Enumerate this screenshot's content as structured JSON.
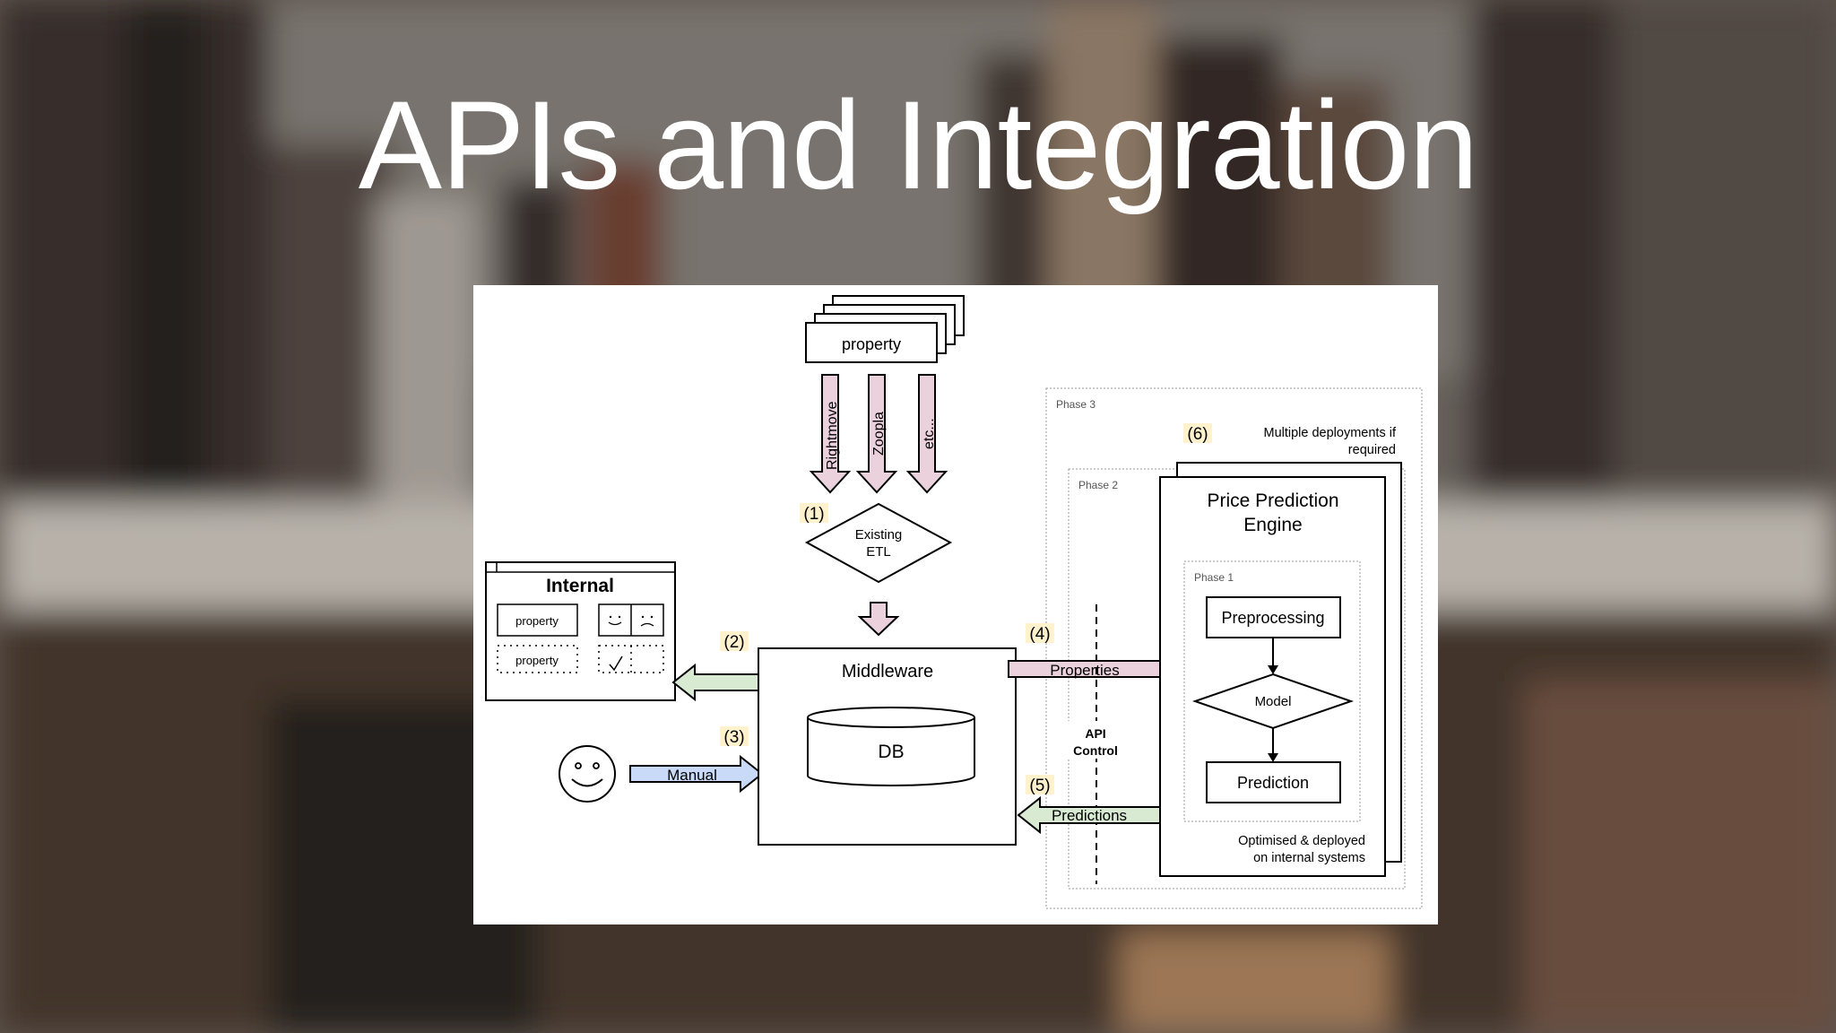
{
  "slide": {
    "title": "APIs and Integration"
  },
  "diagram": {
    "source_stack_label": "property",
    "feeds": [
      "Rightmove",
      "Zoopla",
      "etc..."
    ],
    "etl_label": [
      "Existing",
      "ETL"
    ],
    "step_labels": [
      "(1)",
      "(2)",
      "(3)",
      "(4)",
      "(5)",
      "(6)"
    ],
    "internal": {
      "title": "Internal",
      "row1": "property",
      "row2": "property"
    },
    "manual_label": "Manual",
    "middleware": {
      "title": "Middleware",
      "db_label": "DB"
    },
    "properties_label": "Properties",
    "predictions_label": "Predictions",
    "api_control": [
      "API",
      "Control"
    ],
    "phases": {
      "phase3": "Phase 3",
      "phase2": "Phase 2",
      "phase1": "Phase 1"
    },
    "multiple_deployments": [
      "Multiple deployments if",
      "required"
    ],
    "engine": {
      "title": [
        "Price Prediction",
        "Engine"
      ],
      "preprocessing": "Preprocessing",
      "model": "Model",
      "prediction": "Prediction",
      "footer": [
        "Optimised & deployed",
        "on internal systems"
      ]
    }
  },
  "colors": {
    "pink_arrow": "#ead1dc",
    "green_arrow": "#d9ead3",
    "blue_arrow": "#c9daf8",
    "step_highlight": "#fff2cc"
  }
}
